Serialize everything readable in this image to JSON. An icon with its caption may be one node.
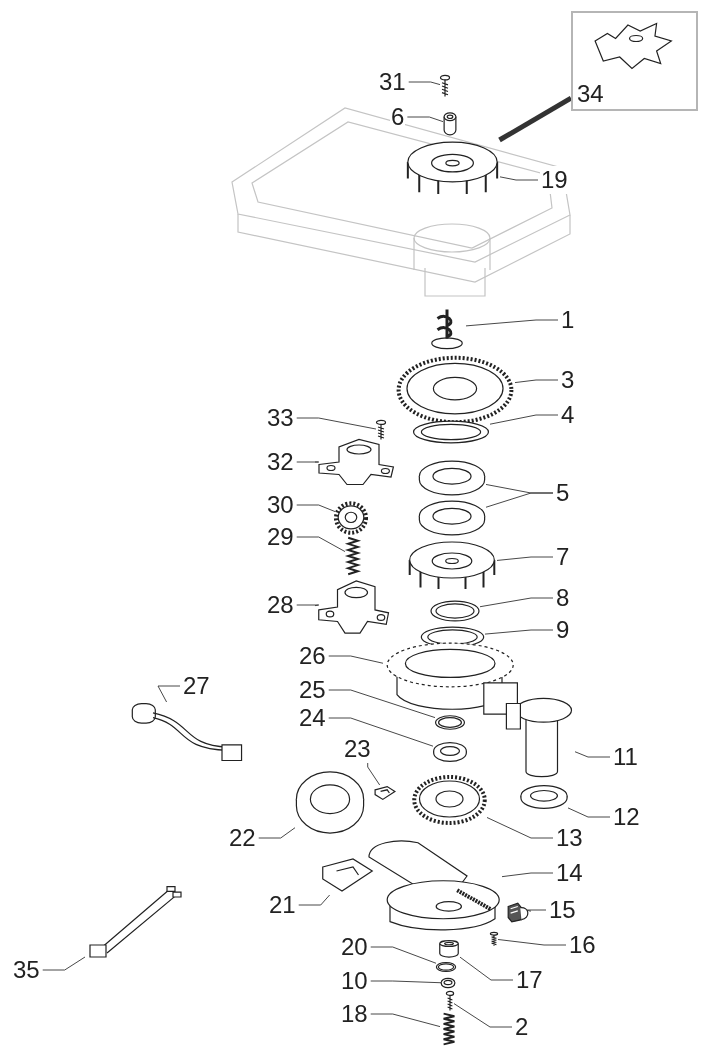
{
  "diagram": {
    "nodes": [
      {
        "text": [
          "34"
        ]
      },
      {
        "text": [],
        "shape": "picture",
        "in": 0
      },
      {
        "text": [
          "31"
        ]
      },
      {
        "text": [],
        "shape": "picture"
      },
      {
        "text": [
          "6"
        ]
      },
      {
        "text": [],
        "shape": "picture"
      },
      {
        "text": [
          "19"
        ]
      },
      {
        "text": [],
        "shape": "picture"
      },
      {
        "text": [
          "1"
        ]
      },
      {
        "text": [],
        "shape": "picture"
      },
      {
        "text": [
          "3"
        ]
      },
      {
        "text": [],
        "shape": "picture"
      },
      {
        "text": [
          "33"
        ]
      },
      {
        "text": [],
        "shape": "picture"
      },
      {
        "text": [
          "4"
        ]
      },
      {
        "text": [],
        "shape": "picture"
      },
      {
        "text": [
          "32"
        ]
      },
      {
        "text": [],
        "shape": "picture"
      },
      {
        "text": [
          "5"
        ]
      },
      {
        "text": [],
        "shape": "picture"
      },
      {
        "text": [],
        "shape": "picture"
      },
      {
        "text": [
          "30"
        ]
      },
      {
        "text": [],
        "shape": "picture"
      },
      {
        "text": [
          "7"
        ]
      },
      {
        "text": [],
        "shape": "picture"
      },
      {
        "text": [
          "29"
        ]
      },
      {
        "text": [],
        "shape": "picture"
      },
      {
        "text": [
          "8"
        ]
      },
      {
        "text": [],
        "shape": "picture"
      },
      {
        "text": [
          "28"
        ]
      },
      {
        "text": [],
        "shape": "picture"
      },
      {
        "text": [
          "9"
        ]
      },
      {
        "text": [],
        "shape": "picture"
      },
      {
        "text": [
          "26"
        ]
      },
      {
        "text": [],
        "shape": "picture"
      },
      {
        "text": [
          "27"
        ]
      },
      {
        "text": [],
        "shape": "picture"
      },
      {
        "text": [
          "25"
        ]
      },
      {
        "text": [],
        "shape": "picture"
      },
      {
        "text": [
          "24"
        ]
      },
      {
        "text": [],
        "shape": "picture"
      },
      {
        "text": [
          "11"
        ]
      },
      {
        "text": [],
        "shape": "picture"
      },
      {
        "text": [
          "23"
        ]
      },
      {
        "text": [],
        "shape": "picture"
      },
      {
        "text": [
          "12"
        ]
      },
      {
        "text": [],
        "shape": "picture"
      },
      {
        "text": [
          "22"
        ]
      },
      {
        "text": [],
        "shape": "picture"
      },
      {
        "text": [
          "13"
        ]
      },
      {
        "text": [],
        "shape": "picture"
      },
      {
        "text": [
          "14"
        ]
      },
      {
        "text": [],
        "shape": "picture"
      },
      {
        "text": [
          "21"
        ]
      },
      {
        "text": [],
        "shape": "picture"
      },
      {
        "text": [
          "15"
        ]
      },
      {
        "text": [],
        "shape": "picture"
      },
      {
        "text": [
          "16"
        ]
      },
      {
        "text": [],
        "shape": "picture"
      },
      {
        "text": [
          "20"
        ]
      },
      {
        "text": [],
        "shape": "picture"
      },
      {
        "text": [
          "17"
        ]
      },
      {
        "text": [],
        "shape": "picture"
      },
      {
        "text": [
          "10"
        ]
      },
      {
        "text": [],
        "shape": "picture"
      },
      {
        "text": [
          "35"
        ]
      },
      {
        "text": [],
        "shape": "picture"
      },
      {
        "text": [
          "18"
        ]
      },
      {
        "text": [],
        "shape": "picture"
      },
      {
        "text": [
          "2"
        ]
      },
      {
        "text": [],
        "shape": "picture"
      }
    ],
    "edges": [
      {
        "from": 0,
        "to": 7,
        "arrow": "none",
        "style": "thick"
      },
      {
        "from": 2,
        "to": 3,
        "arrow": "none"
      },
      {
        "from": 4,
        "to": 5,
        "arrow": "none"
      },
      {
        "from": 6,
        "to": 7,
        "arrow": "none"
      },
      {
        "from": 8,
        "to": 9,
        "arrow": "none"
      },
      {
        "from": 10,
        "to": 11,
        "arrow": "none"
      },
      {
        "from": 12,
        "to": 13,
        "arrow": "none"
      },
      {
        "from": 14,
        "to": 15,
        "arrow": "none"
      },
      {
        "from": 16,
        "to": 17,
        "arrow": "none"
      },
      {
        "from": 18,
        "to": 19,
        "arrow": "none"
      },
      {
        "from": 18,
        "to": 20,
        "arrow": "none"
      },
      {
        "from": 21,
        "to": 22,
        "arrow": "none"
      },
      {
        "from": 23,
        "to": 24,
        "arrow": "none"
      },
      {
        "from": 25,
        "to": 26,
        "arrow": "none"
      },
      {
        "from": 27,
        "to": 28,
        "arrow": "none"
      },
      {
        "from": 29,
        "to": 30,
        "arrow": "none"
      },
      {
        "from": 31,
        "to": 32,
        "arrow": "none"
      },
      {
        "from": 33,
        "to": 34,
        "arrow": "none"
      },
      {
        "from": 35,
        "to": 36,
        "arrow": "none"
      },
      {
        "from": 37,
        "to": 38,
        "arrow": "none"
      },
      {
        "from": 39,
        "to": 40,
        "arrow": "none"
      },
      {
        "from": 41,
        "to": 42,
        "arrow": "none"
      },
      {
        "from": 43,
        "to": 44,
        "arrow": "none"
      },
      {
        "from": 45,
        "to": 46,
        "arrow": "none"
      },
      {
        "from": 47,
        "to": 48,
        "arrow": "none"
      },
      {
        "from": 49,
        "to": 50,
        "arrow": "none"
      },
      {
        "from": 51,
        "to": 52,
        "arrow": "none"
      },
      {
        "from": 53,
        "to": 54,
        "arrow": "none"
      },
      {
        "from": 55,
        "to": 56,
        "arrow": "none"
      },
      {
        "from": 57,
        "to": 58,
        "arrow": "none"
      },
      {
        "from": 59,
        "to": 60,
        "arrow": "none"
      },
      {
        "from": 61,
        "to": 62,
        "arrow": "none"
      },
      {
        "from": 63,
        "to": 64,
        "arrow": "none"
      },
      {
        "from": 65,
        "to": 66,
        "arrow": "none"
      },
      {
        "from": 67,
        "to": 68,
        "arrow": "none"
      },
      {
        "from": 69,
        "to": 70,
        "arrow": "none"
      }
    ]
  }
}
